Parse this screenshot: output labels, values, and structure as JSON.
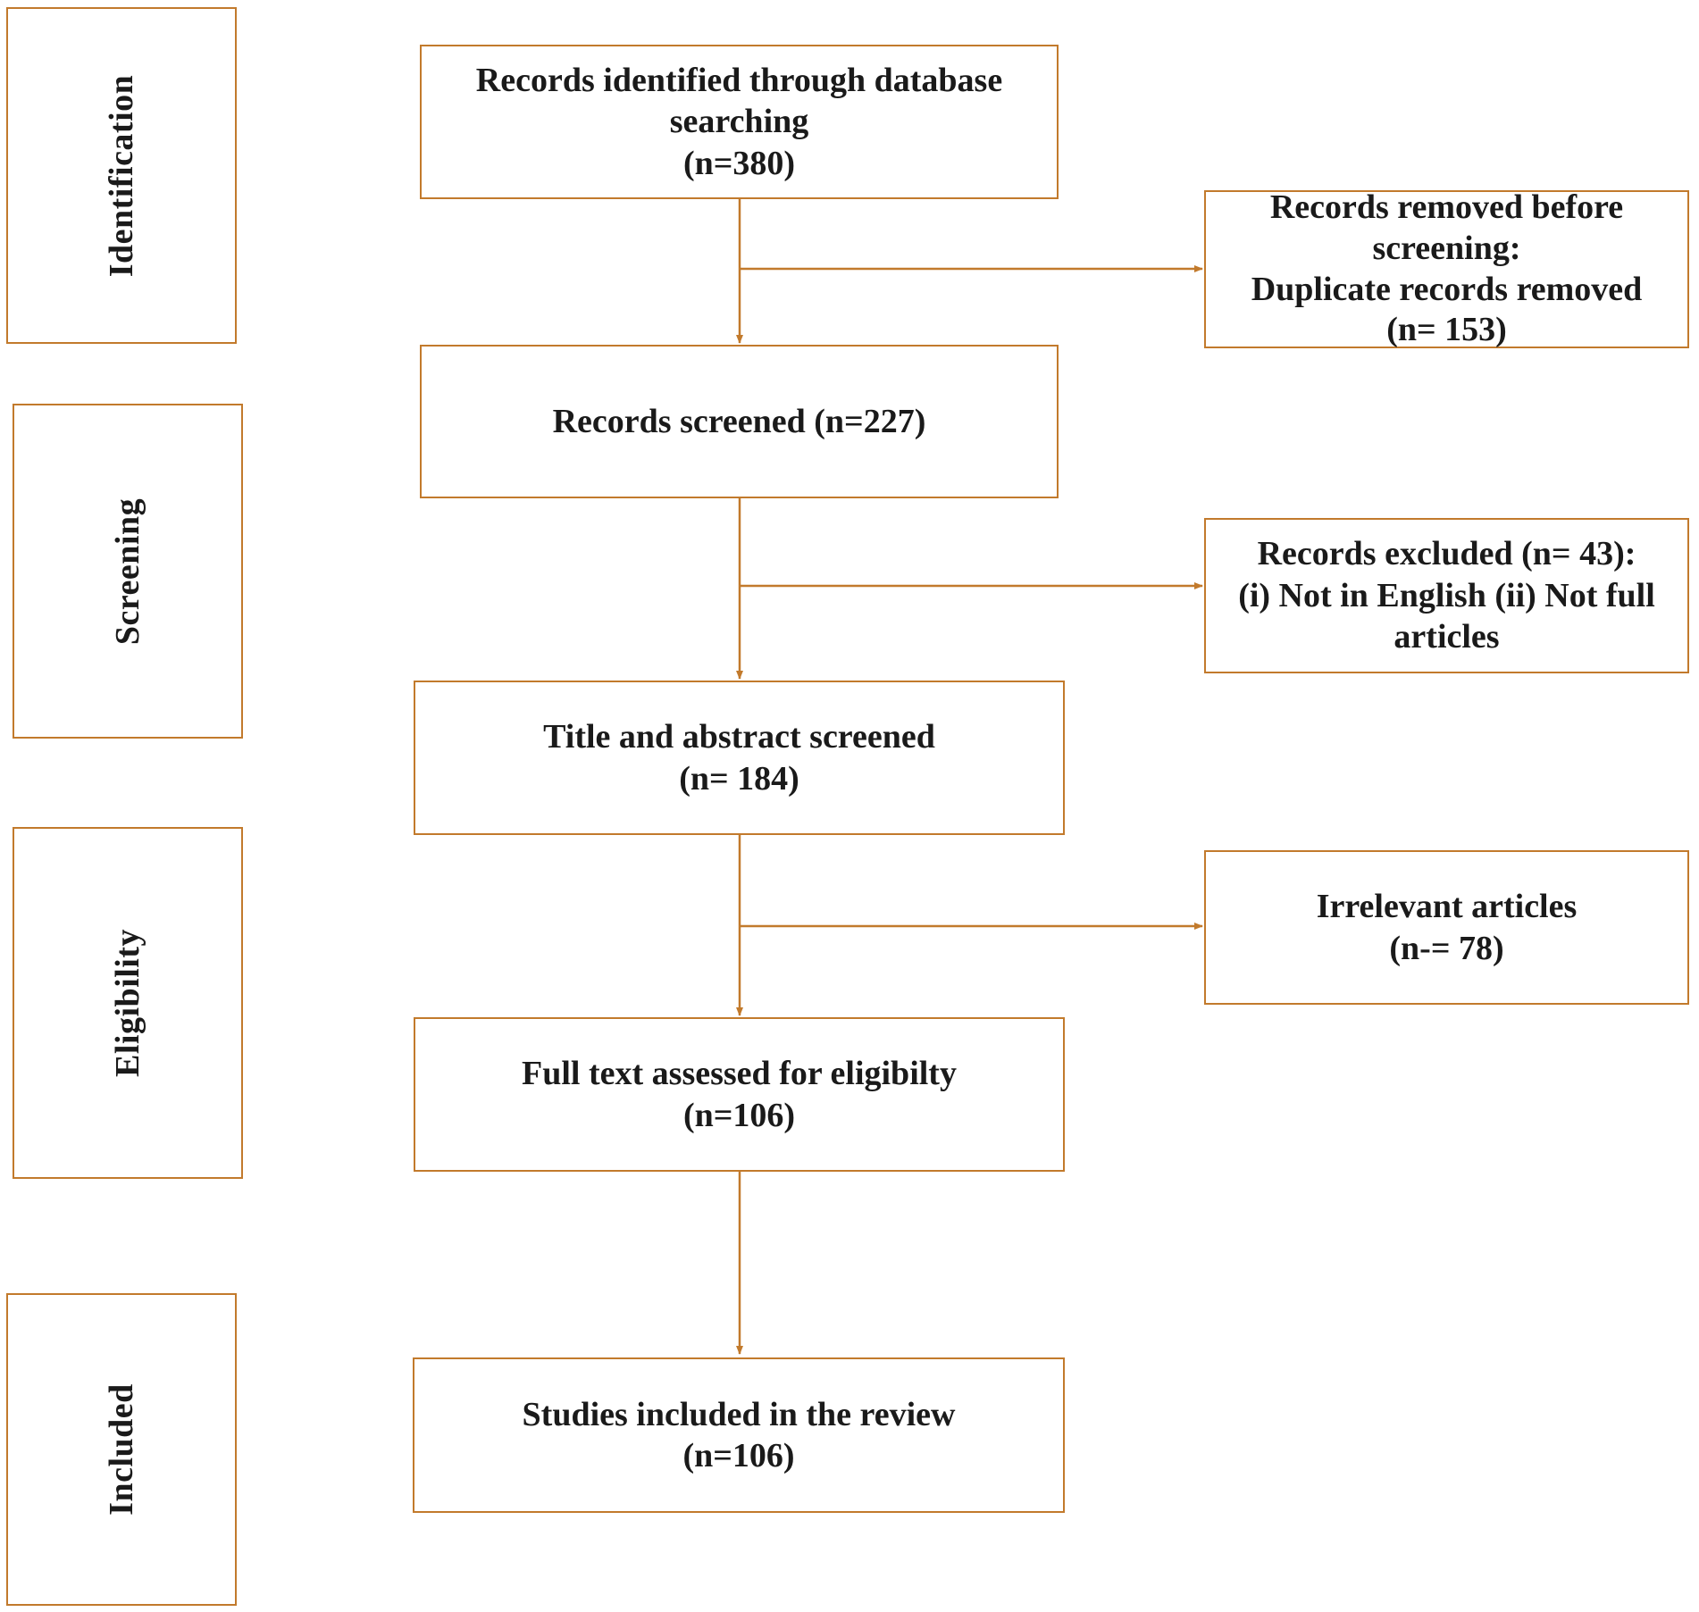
{
  "colors": {
    "border": "#c27a2c",
    "arrow": "#c27a2c",
    "text": "#1a1a1a"
  },
  "stages": {
    "identification": "Identification",
    "screening": "Screening",
    "eligibility": "Eligibility",
    "included": "Included"
  },
  "flow": {
    "identified": {
      "line1": "Records identified through database",
      "line2": "searching",
      "count": "(n=380)"
    },
    "screened": {
      "line1": "Records screened (n=227)"
    },
    "title_abstract": {
      "line1": "Title and abstract screened",
      "count": "(n= 184)"
    },
    "full_text": {
      "line1": "Full text assessed for eligibilty",
      "count": "(n=106)"
    },
    "included": {
      "line1": "Studies included in the review",
      "count": "(n=106)"
    }
  },
  "exclusions": {
    "removed": {
      "line1": "Records removed before",
      "line2": "screening:",
      "line3": "Duplicate records removed",
      "count": "(n= 153)"
    },
    "excluded": {
      "line1": "Records excluded (n= 43):",
      "line2": "(i) Not in English (ii) Not full",
      "line3": "articles"
    },
    "irrelevant": {
      "line1": "Irrelevant articles",
      "count": "(n-= 78)"
    }
  }
}
